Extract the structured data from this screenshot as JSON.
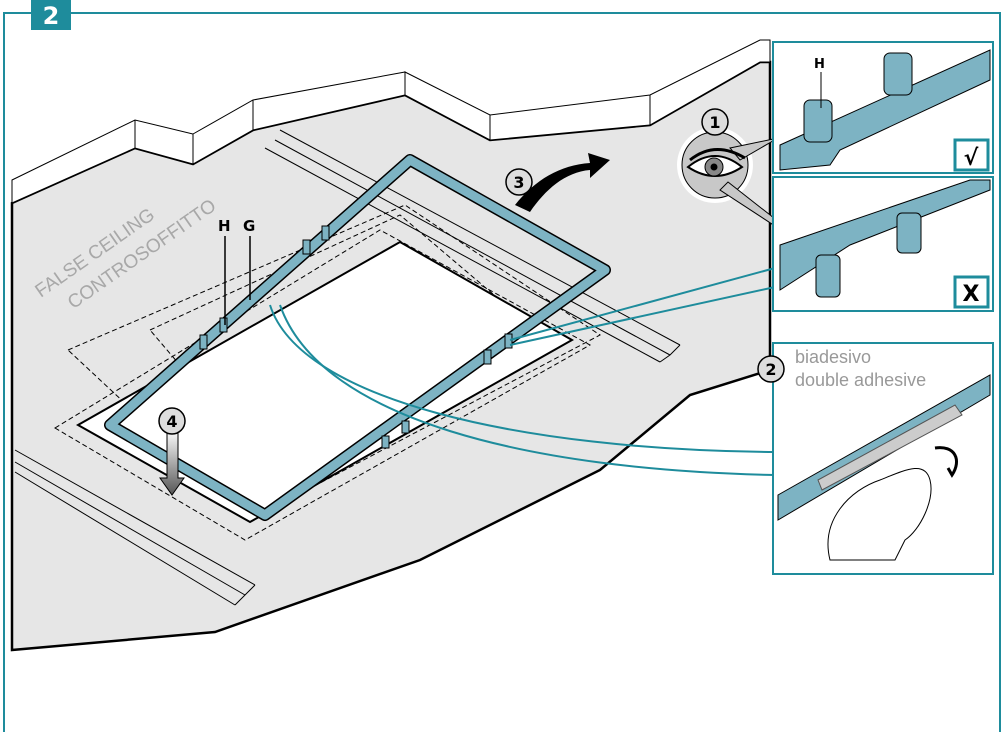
{
  "step_number": "2",
  "ceiling_label": {
    "line1": "FALSE CEILING",
    "line2": "CONTROSOFFITTO"
  },
  "part_labels": {
    "h": "H",
    "g": "G",
    "inset_h": "H"
  },
  "callouts": {
    "one": "1",
    "two": "2",
    "three": "3",
    "four": "4"
  },
  "adhesive": {
    "it": "biadesivo",
    "en": "double adhesive"
  },
  "verdict": {
    "correct": "√",
    "wrong": "X"
  },
  "colors": {
    "accent": "#1e8c9c",
    "frame": "#7db3c3",
    "ceiling": "#e6e6e6",
    "ceiling_text": "#a8a8a8"
  }
}
